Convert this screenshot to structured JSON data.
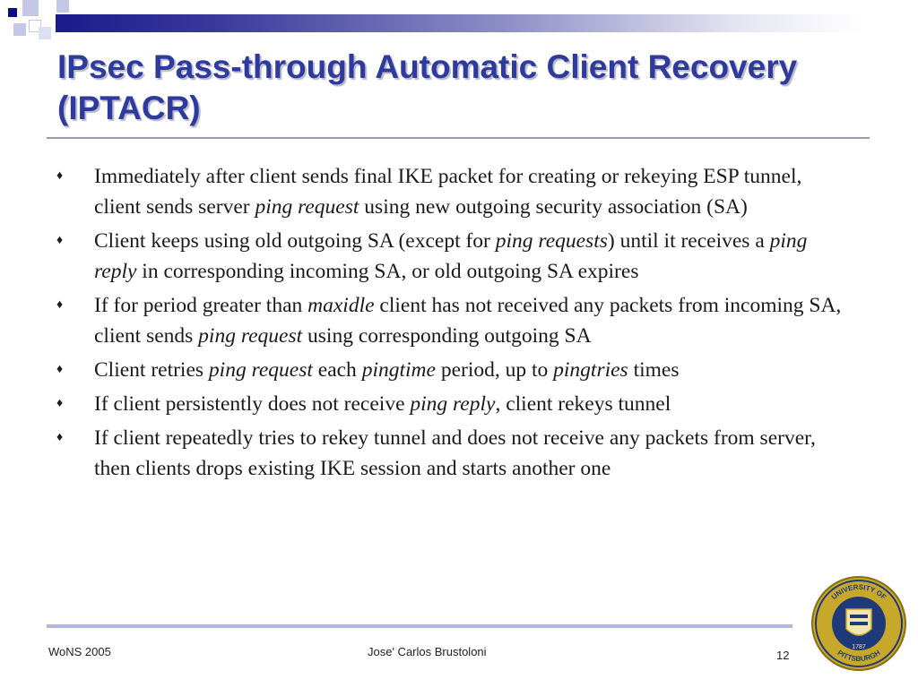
{
  "title": {
    "line1": "IPsec Pass-through Automatic Client Recovery",
    "line2": "(IPTACR)"
  },
  "bullet_symbol": "♦",
  "bullets": [
    {
      "parts": [
        {
          "text": "Immediately after client sends final IKE packet for creating or rekeying ESP tunnel, client sends server ",
          "italic": false
        },
        {
          "text": "ping request",
          "italic": true
        },
        {
          "text": " using new outgoing security association (SA)",
          "italic": false
        }
      ]
    },
    {
      "parts": [
        {
          "text": "Client keeps using old outgoing SA (except for ",
          "italic": false
        },
        {
          "text": "ping requests",
          "italic": true
        },
        {
          "text": ") until it receives a ",
          "italic": false
        },
        {
          "text": "ping reply",
          "italic": true
        },
        {
          "text": " in corresponding incoming SA, or old outgoing SA expires",
          "italic": false
        }
      ]
    },
    {
      "parts": [
        {
          "text": "If for period greater than ",
          "italic": false
        },
        {
          "text": "maxidle",
          "italic": true
        },
        {
          "text": " client has not received any packets from incoming SA, client sends ",
          "italic": false
        },
        {
          "text": "ping request",
          "italic": true
        },
        {
          "text": " using corresponding outgoing SA",
          "italic": false
        }
      ]
    },
    {
      "parts": [
        {
          "text": "Client retries ",
          "italic": false
        },
        {
          "text": "ping request",
          "italic": true
        },
        {
          "text": " each ",
          "italic": false
        },
        {
          "text": "pingtime",
          "italic": true
        },
        {
          "text": " period, up to ",
          "italic": false
        },
        {
          "text": "pingtries",
          "italic": true
        },
        {
          "text": " times",
          "italic": false
        }
      ]
    },
    {
      "parts": [
        {
          "text": "If client persistently does not receive ",
          "italic": false
        },
        {
          "text": "ping reply",
          "italic": true
        },
        {
          "text": ", client rekeys tunnel",
          "italic": false
        }
      ]
    },
    {
      "parts": [
        {
          "text": "If client repeatedly tries to rekey tunnel and does not receive any packets from server, then clients drops existing IKE session and starts another one",
          "italic": false
        }
      ]
    }
  ],
  "footer": {
    "left": "WoNS 2005",
    "center": "Jose' Carlos Brustoloni",
    "page_number": "12"
  },
  "seal": {
    "ring_text_top": "UNIVERSITY OF",
    "ring_text_bottom": "PITTSBURGH",
    "year": "1787"
  },
  "colors": {
    "title": "#2f3a9e",
    "accent_navy": "#1a1a8c",
    "rule": "#b4b8dc",
    "seal_gold": "#c8a82a",
    "seal_blue": "#1f3a7a"
  }
}
